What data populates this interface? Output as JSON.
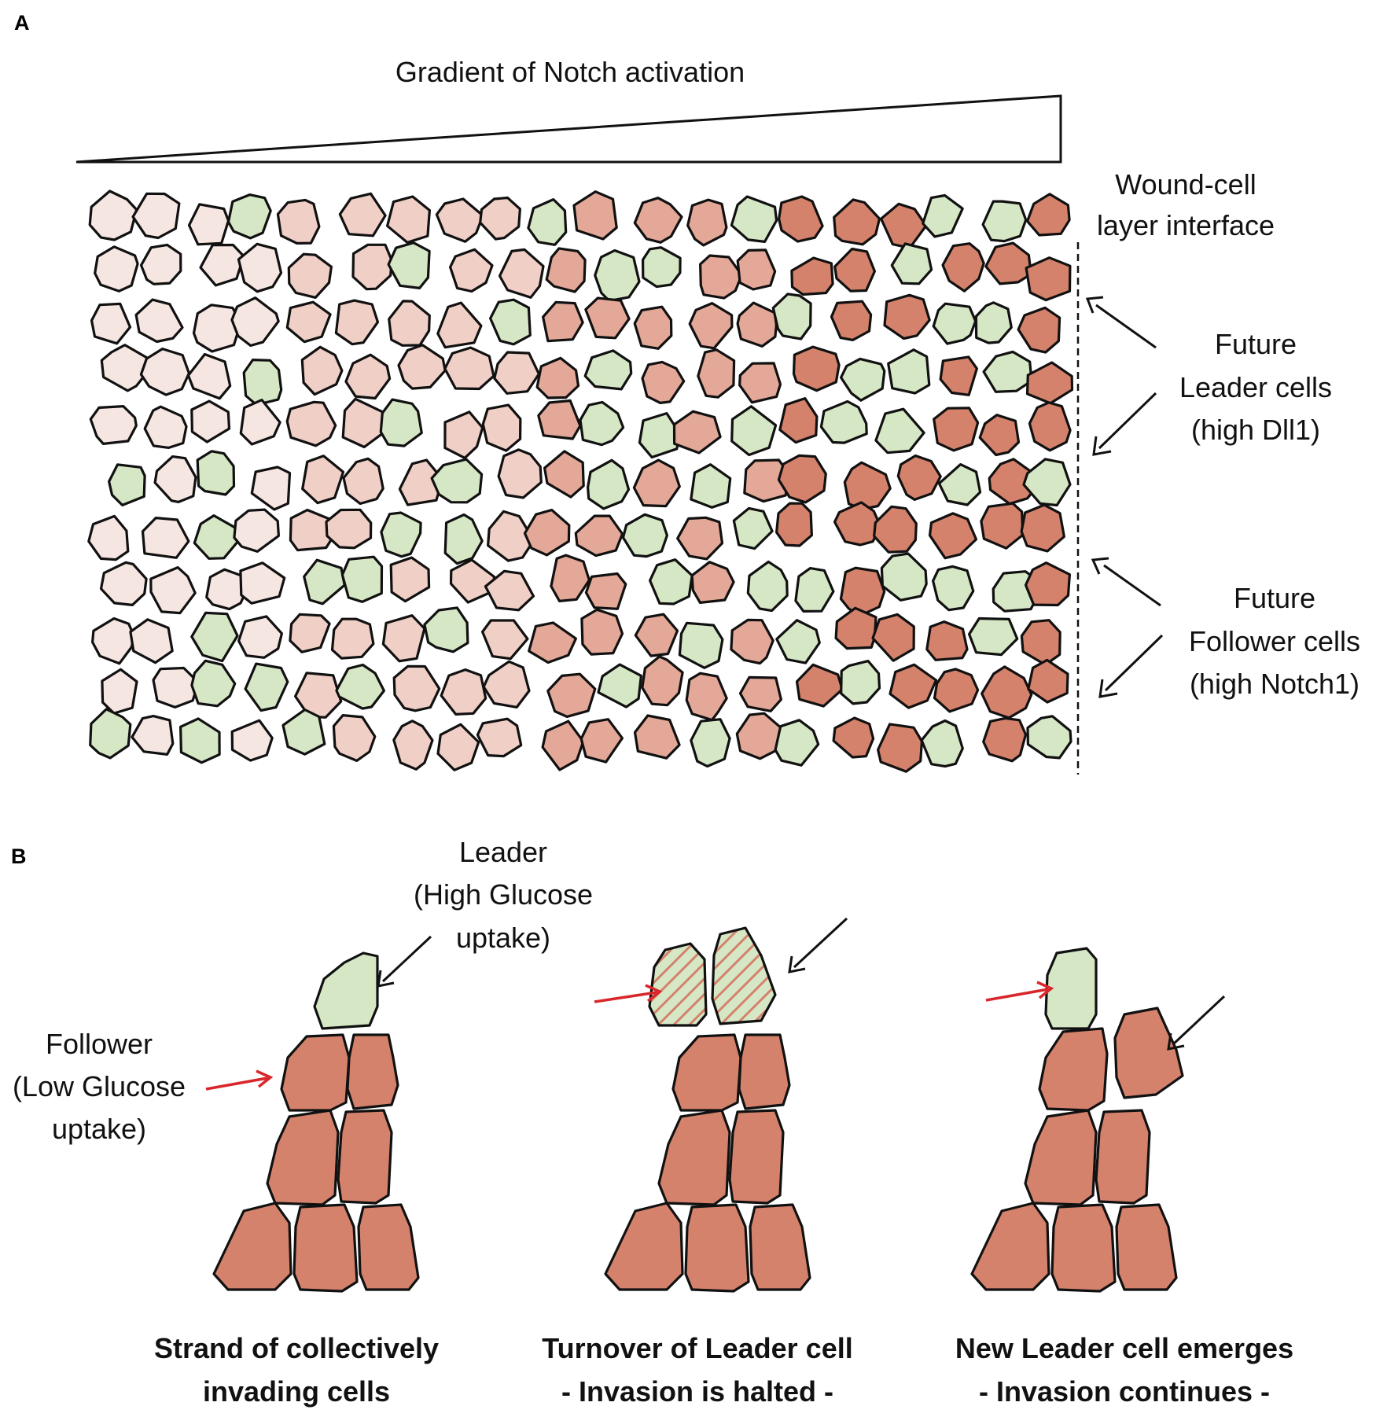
{
  "panels": {
    "a": {
      "letter": "A",
      "gradient_label": "Gradient of Notch activation",
      "interface_label": [
        "Wound-cell",
        "layer interface"
      ],
      "leader_label": [
        "Future",
        "Leader cells",
        "(high Dll1)"
      ],
      "follower_label": [
        "Future",
        "Follower cells",
        "(high Notch1)"
      ]
    },
    "b": {
      "letter": "B",
      "leader_label": [
        "Leader",
        "(High Glucose",
        "uptake)"
      ],
      "follower_label": [
        "Follower",
        "(Low Glucose",
        "uptake)"
      ],
      "captions": [
        [
          "Strand of collectively",
          "invading cells"
        ],
        [
          "Turnover of Leader cell",
          "- Invasion is halted -"
        ],
        [
          "New Leader cell emerges",
          "- Invasion continues -"
        ]
      ]
    }
  },
  "colors": {
    "green": "#d6e7c6",
    "red_dark": "#d4826c",
    "red_mid": "#e3a898",
    "red_light": "#f0cfc6",
    "pale": "#f6e6e2",
    "red_arrow": "#d9262b"
  }
}
